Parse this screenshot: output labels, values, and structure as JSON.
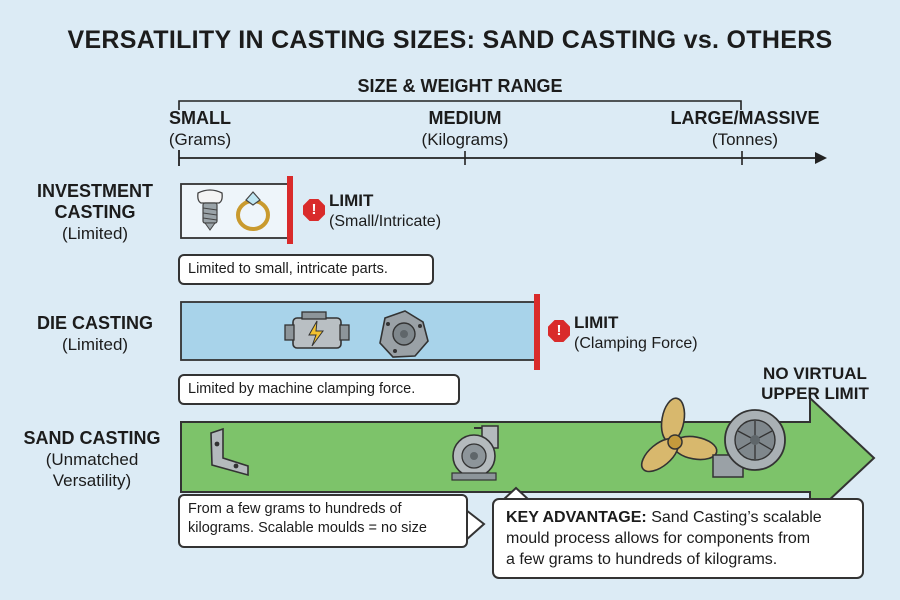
{
  "title": "VERSATILITY IN CASTING SIZES: SAND CASTING vs. OTHERS",
  "scale": {
    "title": "SIZE & WEIGHT RANGE",
    "ticks": [
      {
        "label": "SMALL",
        "sub": "(Grams)"
      },
      {
        "label": "MEDIUM",
        "sub": "(Kilograms)"
      },
      {
        "label": "LARGE/MASSIVE",
        "sub": "(Tonnes)"
      }
    ]
  },
  "rows": [
    {
      "label": "INVESTMENT",
      "label2": "CASTING",
      "sub": "(Limited)",
      "limit": "LIMIT",
      "limit_sub": "(Small/Intricate)",
      "note": "Limited to small, intricate parts.",
      "icons": [
        "dental-implant-icon",
        "ring-icon"
      ]
    },
    {
      "label": "DIE CASTING",
      "sub": "(Limited)",
      "limit": "LIMIT",
      "limit_sub": "(Clamping Force)",
      "note": "Limited by machine clamping force.",
      "icons": [
        "engine-icon",
        "gear-housing-icon"
      ]
    },
    {
      "label": "SAND CASTING",
      "sub": "(Unmatched",
      "sub2": "Versatility)",
      "note_line1": "From a few grams to hundreds of",
      "note_line2": "kilograms. Scalable moulds = no size",
      "icons": [
        "bracket-icon",
        "pump-housing-icon",
        "propeller-icon",
        "turbine-icon"
      ]
    }
  ],
  "no_limit": {
    "line1": "NO VIRTUAL",
    "line2": "UPPER LIMIT"
  },
  "key_advantage": {
    "label": "KEY ADVANTAGE:",
    "text1": " Sand Casting’s scalable",
    "text2": "mould process allows for components from",
    "text3": "a few grams to hundreds of kilograms."
  },
  "limit_badge": "!",
  "colors": {
    "background": "#dcebf5",
    "investment_bar": "#eef5fa",
    "die_bar": "#a8d3ea",
    "sand_bar": "#7dc36a",
    "limit": "#d92b2b"
  }
}
